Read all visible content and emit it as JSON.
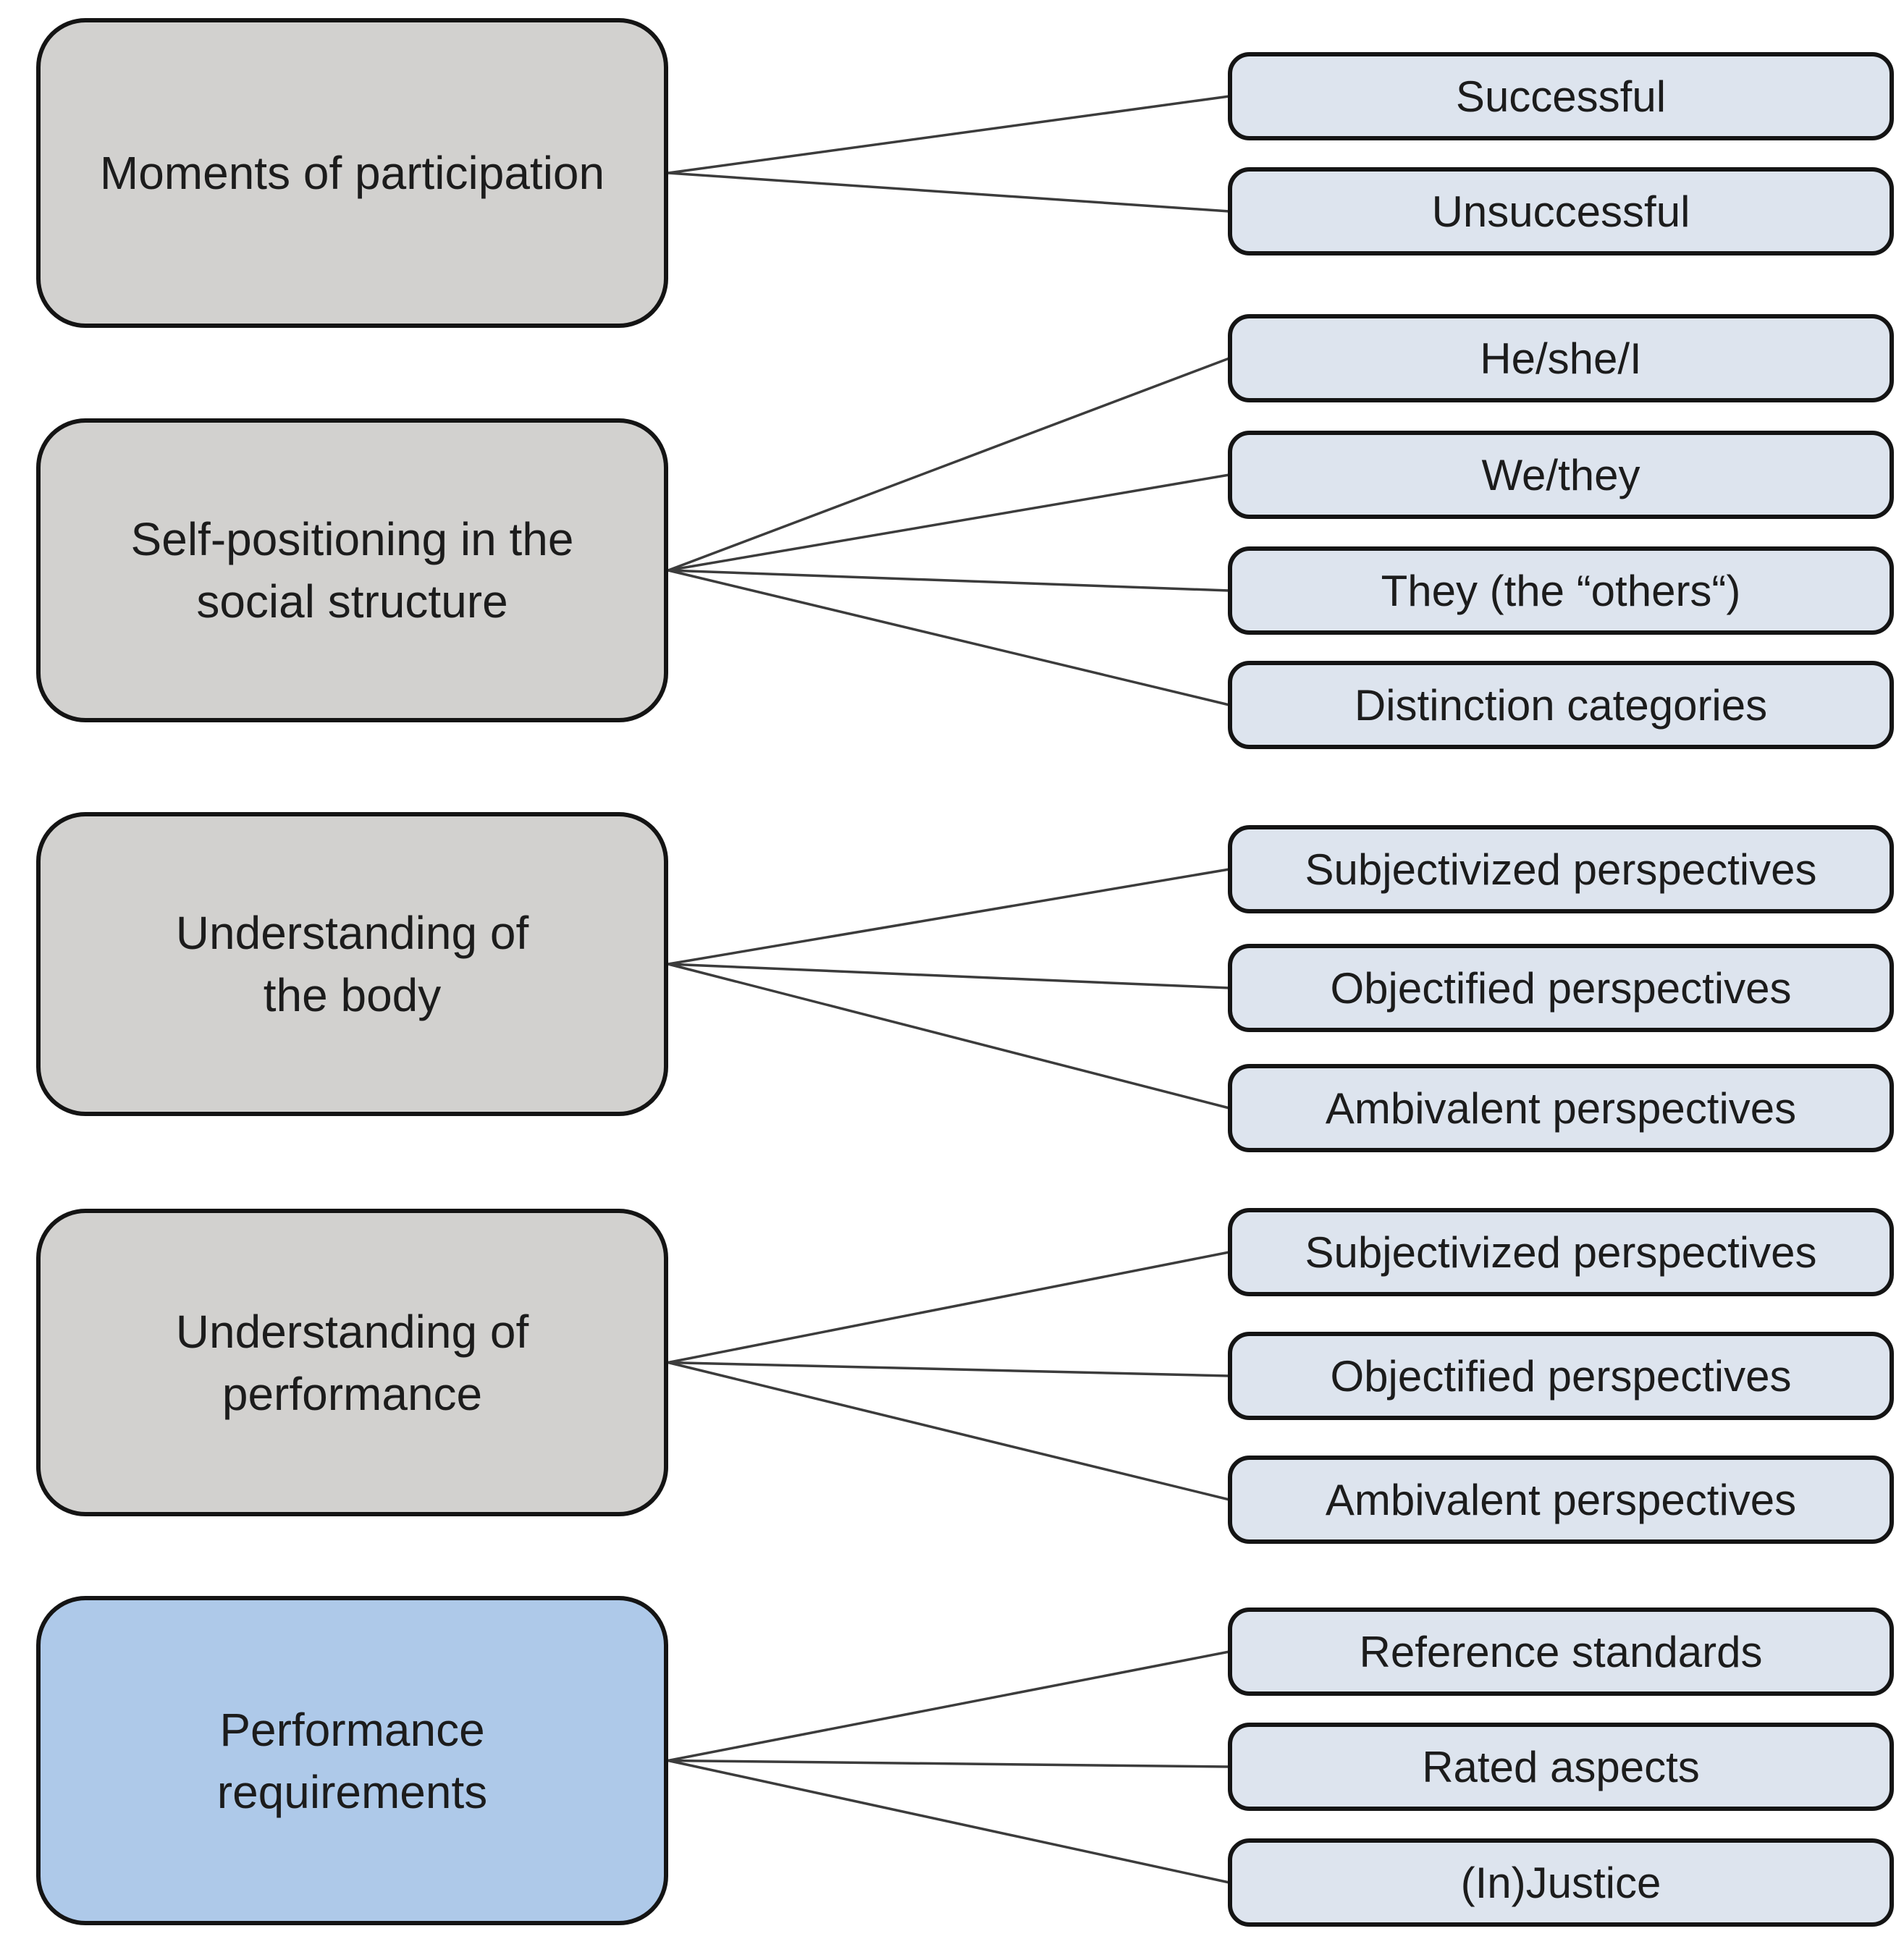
{
  "diagram": {
    "colors": {
      "category_gray_fill": "#d2d1cf",
      "category_blue_fill": "#aec9e9",
      "subcategory_fill": "#dde4ee",
      "border": "#141414",
      "connector_line": "#3c3c3c",
      "text": "#1c1c1c"
    },
    "groups": [
      {
        "label": "Moments of participation",
        "children": [
          "Successful",
          "Unsuccessful"
        ]
      },
      {
        "label": "Self-positioning in the\nsocial structure",
        "children": [
          "He/she/I",
          "We/they",
          "They (the “others“)",
          "Distinction categories"
        ]
      },
      {
        "label": "Understanding of\nthe body",
        "children": [
          "Subjectivized perspectives",
          "Objectified perspectives",
          "Ambivalent perspectives"
        ]
      },
      {
        "label": "Understanding of\nperformance",
        "children": [
          "Subjectivized perspectives",
          "Objectified perspectives",
          "Ambivalent perspectives"
        ]
      },
      {
        "label": "Performance\nrequirements",
        "children": [
          "Reference standards",
          "Rated aspects",
          "(In)Justice"
        ]
      }
    ]
  }
}
